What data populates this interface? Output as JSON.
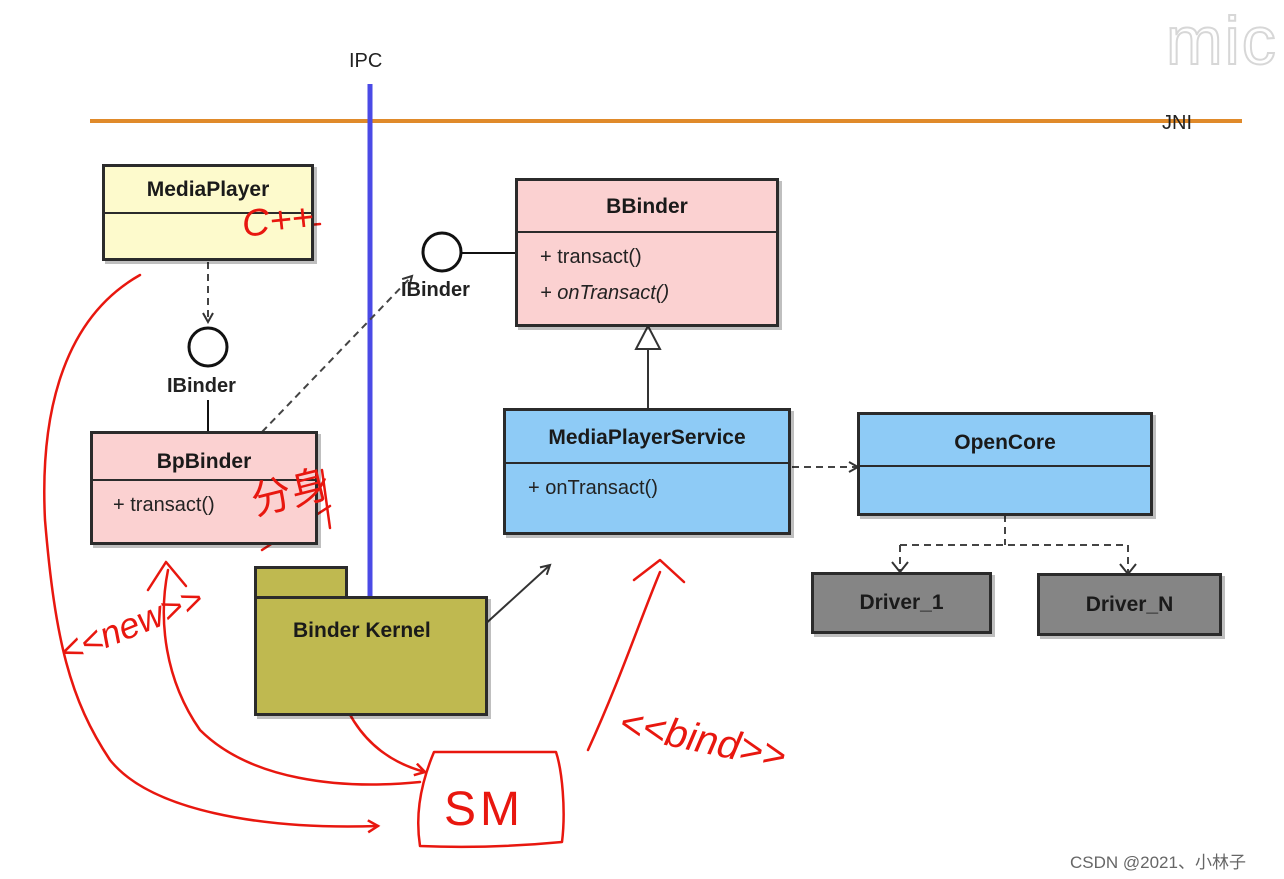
{
  "labels": {
    "ipc": "IPC",
    "jni": "JNI",
    "watermark": "mic",
    "credit": "CSDN @2021、小林子"
  },
  "classes": {
    "media_player": {
      "name": "MediaPlayer"
    },
    "bp_binder": {
      "name": "BpBinder",
      "ops": [
        "+ transact()"
      ]
    },
    "bbinder": {
      "name": "BBinder",
      "ops": [
        "+ transact()",
        "+ onTransact()"
      ]
    },
    "media_player_service": {
      "name": "MediaPlayerService",
      "ops": [
        "+ onTransact()"
      ]
    },
    "open_core": {
      "name": "OpenCore"
    },
    "driver_1": {
      "name": "Driver_1"
    },
    "driver_n": {
      "name": "Driver_N"
    },
    "binder_kernel": {
      "name": "Binder Kernel"
    }
  },
  "interfaces": {
    "ibinder_client": "IBinder",
    "ibinder_server": "IBinder"
  },
  "annotations": {
    "cpp": "C++",
    "proxy": "分身",
    "new": "<<new>>",
    "bind": "<<bind>>",
    "sm": "SM"
  },
  "colors": {
    "ipc_line": "#4a4ae6",
    "jni_line": "#e08a2a",
    "handwriting": "#e8170f",
    "yellow_class": "#fdfacc",
    "pink_class": "#fbd1d1",
    "blue_class": "#8ecbf6",
    "driver_gray": "#858585",
    "package_olive": "#bfb950"
  }
}
